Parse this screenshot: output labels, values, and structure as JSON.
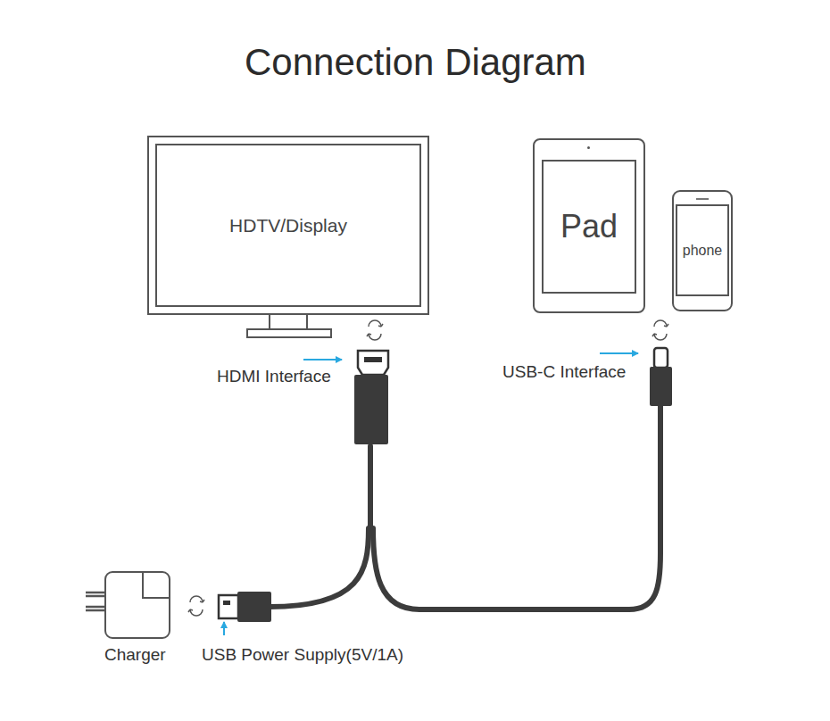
{
  "diagram": {
    "title": "Connection Diagram",
    "nodes": [
      {
        "text": [
          "HDTV/Display"
        ]
      },
      {
        "text": [
          "Pad"
        ]
      },
      {
        "text": [
          "phone"
        ]
      }
    ],
    "labels": [
      "HDMI Interface",
      "USB-C Interface",
      "Charger",
      "USB Power Supply(5V/1A)"
    ]
  }
}
